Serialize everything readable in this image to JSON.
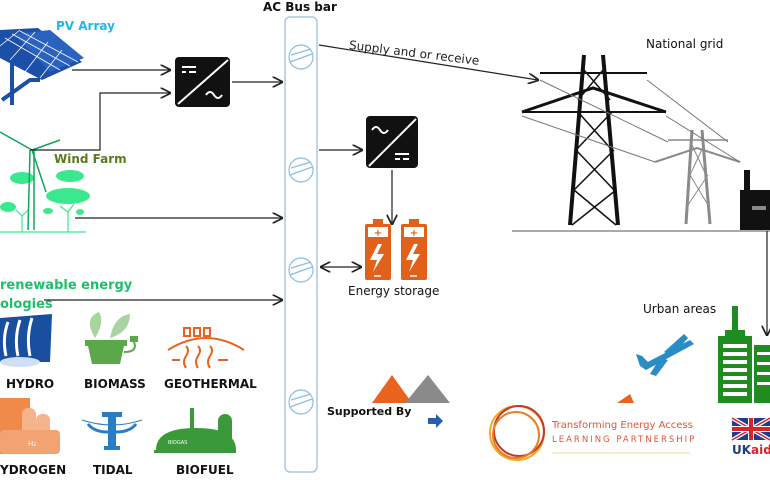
{
  "diagram": {
    "title": "Hybrid renewable energy system connected to AC bus bar",
    "sources": {
      "pv_array": "PV Array",
      "wind_farm": "Wind Farm",
      "other_renewables": [
        "renewable energy",
        "ologies"
      ]
    },
    "technologies": [
      {
        "name": "HYDRO",
        "color": "#1a4fa0"
      },
      {
        "name": "BIOMASS",
        "color": "#5aa84a"
      },
      {
        "name": "GEOTHERMAL",
        "color": "#e8641e"
      },
      {
        "name": "YDROGEN",
        "color": "#f08a4b"
      },
      {
        "name": "TIDAL",
        "color": "#2a7cc7"
      },
      {
        "name": "BIOFUEL",
        "color": "#3a9a3a"
      }
    ],
    "bus_bar": {
      "label": "AC Bus bar"
    },
    "grid": {
      "supply_label": "Supply and or receive",
      "label": "National grid"
    },
    "storage": {
      "label": "Energy storage"
    },
    "urban": {
      "label": "Urban areas"
    },
    "colors": {
      "pv": "#1fb6ee",
      "wind": "#2ddc8a",
      "battery": "#e2611a",
      "bus_bar": "#a9c7e4",
      "building": "#1e8c1e"
    }
  },
  "footer": {
    "supported_by": "Supported By",
    "tea_title": "Transforming Energy Access",
    "tea_subtitle": "LEARNING PARTNERSHIP",
    "ukaid": "UKaid"
  }
}
